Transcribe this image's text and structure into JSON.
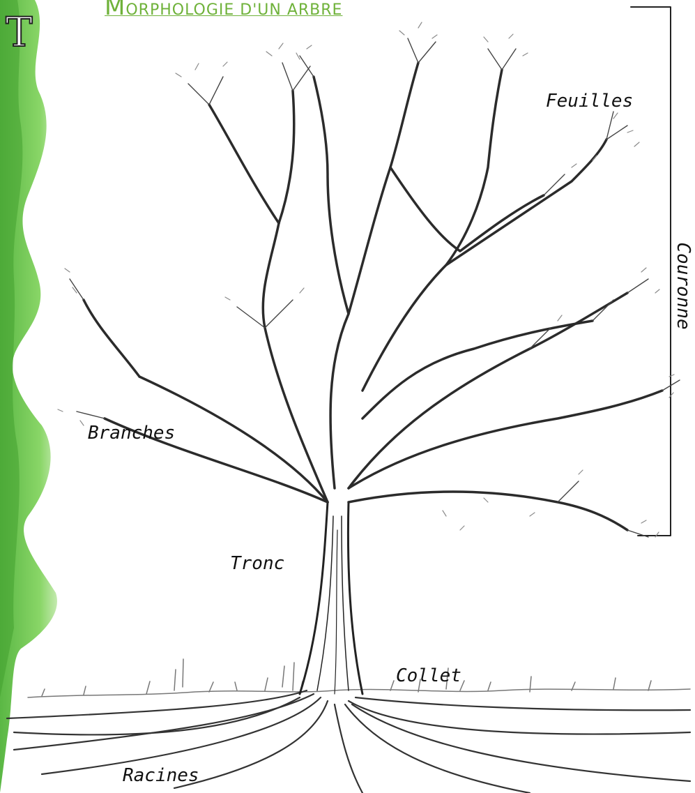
{
  "title": {
    "initial": "M",
    "rest": "orphologie d'un arbre"
  },
  "side_initial": "T",
  "labels": {
    "feuilles": "Feuilles",
    "couronne": "Couronne",
    "branches": "Branches",
    "tronc": "Tronc",
    "collet": "Collet",
    "racines": "Racines"
  },
  "colors": {
    "title": "#6fb23a",
    "green_band": "#5fbf3f",
    "sketch": "#2b2b2b"
  }
}
